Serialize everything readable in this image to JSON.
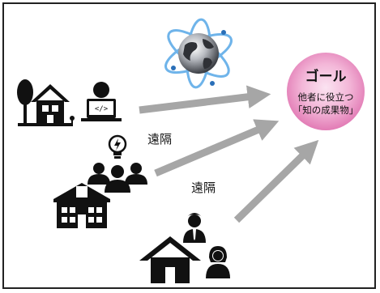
{
  "goal": {
    "title": "ゴール",
    "line1": "他者に役立つ",
    "line2": "「知の成果物」",
    "color": "#ec8fc4"
  },
  "labels": {
    "remote_upper": "遠隔",
    "remote_lower": "遠隔"
  },
  "icons": [
    "house-with-tree-icon",
    "person-at-laptop-icon",
    "lightbulb-idea-icon",
    "team-group-icon",
    "school-building-icon",
    "globe-network-icon",
    "home-icon",
    "man-icon",
    "woman-icon"
  ],
  "colors": {
    "arrow": "#a6a6a6",
    "icon": "#111111"
  }
}
